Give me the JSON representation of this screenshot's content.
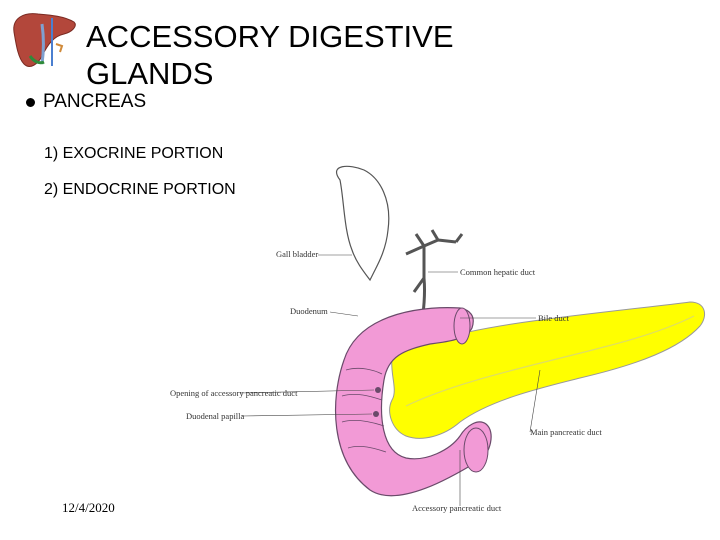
{
  "title": {
    "line1": "ACCESSORY DIGESTIVE",
    "line2": "GLANDS"
  },
  "bullet": {
    "text": "PANCREAS"
  },
  "subitems": [
    "1) EXOCRINE PORTION",
    "2) ENDOCRINE PORTION"
  ],
  "footer": {
    "date": "12/4/2020"
  },
  "diagram": {
    "labels": {
      "gall_bladder": "Gall bladder",
      "common_hepatic_duct": "Common hepatic duct",
      "duodenum": "Duodenum",
      "bile_duct": "Bile duct",
      "opening_accessory": "Opening of accessory pancreatic duct",
      "duodenal_papilla": "Duodenal papilla",
      "main_pancreatic_duct": "Main pancreatic duct",
      "accessory_pancreatic_duct": "Accessory pancreatic duct"
    },
    "colors": {
      "pancreas": "#ffff00",
      "duodenum": "#f29ad6",
      "outline": "#555555"
    }
  },
  "logo": {
    "icon": "liver-icon"
  }
}
